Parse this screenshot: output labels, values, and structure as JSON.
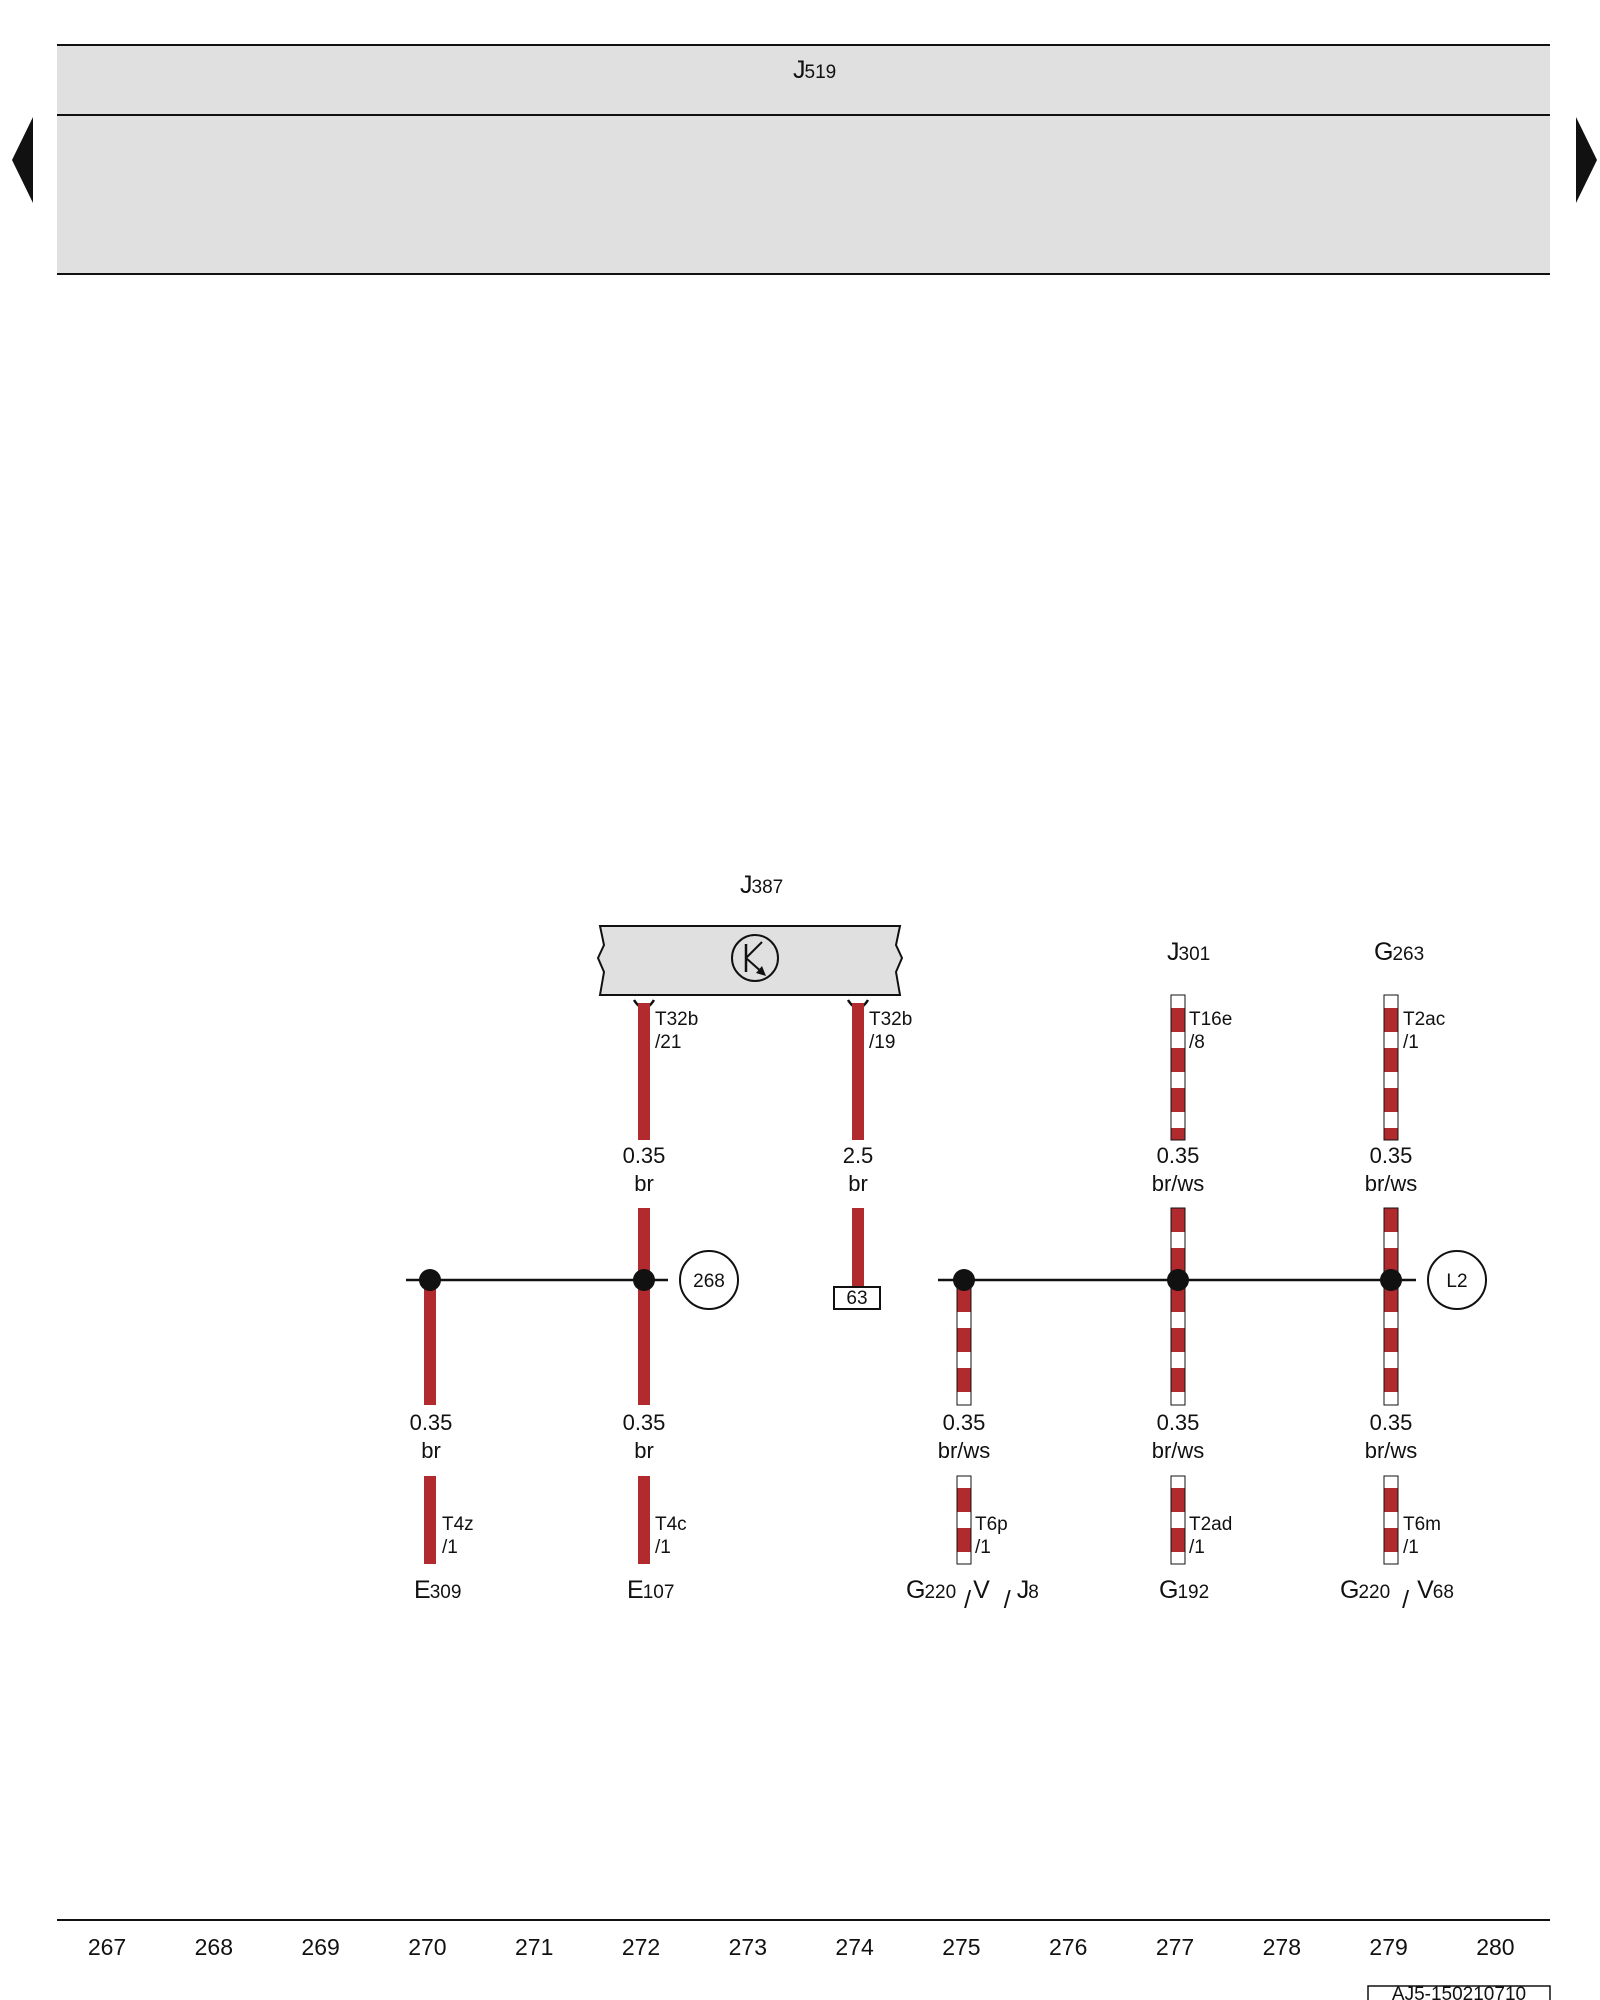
{
  "header": {
    "component_prefix": "J",
    "component_number": "519"
  },
  "nav": {
    "prev": "previous-page-arrow",
    "next": "next-page-arrow"
  },
  "control_unit": {
    "prefix": "J",
    "number": "387",
    "symbol": "transistor-icon"
  },
  "top_components": [
    {
      "prefix": "J",
      "number": "301"
    },
    {
      "prefix": "G",
      "number": "263"
    }
  ],
  "top_pins": [
    {
      "connector": "T32b",
      "pin": "/21"
    },
    {
      "connector": "T32b",
      "pin": "/19"
    },
    {
      "connector": "T16e",
      "pin": "/8"
    },
    {
      "connector": "T2ac",
      "pin": "/1"
    }
  ],
  "upper_wires": [
    {
      "size": "0.35",
      "color": "br"
    },
    {
      "size": "2.5",
      "color": "br"
    },
    {
      "size": "0.35",
      "color": "br/ws"
    },
    {
      "size": "0.35",
      "color": "br/ws"
    }
  ],
  "lower_wires": [
    {
      "size": "0.35",
      "color": "br"
    },
    {
      "size": "0.35",
      "color": "br"
    },
    {
      "size": "0.35",
      "color": "br/ws"
    },
    {
      "size": "0.35",
      "color": "br/ws"
    },
    {
      "size": "0.35",
      "color": "br/ws"
    }
  ],
  "bottom_pins": [
    {
      "connector": "T4z",
      "pin": "/1"
    },
    {
      "connector": "T4c",
      "pin": "/1"
    },
    {
      "connector": "T6p",
      "pin": "/1"
    },
    {
      "connector": "T2ad",
      "pin": "/1"
    },
    {
      "connector": "T6m",
      "pin": "/1"
    }
  ],
  "bottom_components": {
    "e309": {
      "prefix": "E",
      "number": "309"
    },
    "e107": {
      "prefix": "E",
      "number": "107"
    },
    "g220_a": {
      "prefix": "G",
      "number": "220"
    },
    "v": {
      "prefix": "V",
      "sep": "/"
    },
    "j8": {
      "prefix": "J",
      "number": "8",
      "sep": "/"
    },
    "g192": {
      "prefix": "G",
      "number": "192"
    },
    "g220_b": {
      "prefix": "G",
      "number": "220"
    },
    "v68": {
      "prefix": "V",
      "number": "68",
      "sep": "/"
    }
  },
  "references": {
    "circle_left": "268",
    "circle_right": "L2",
    "ground_box": "63"
  },
  "footer": {
    "columns": [
      "267",
      "268",
      "269",
      "270",
      "271",
      "272",
      "273",
      "274",
      "275",
      "276",
      "277",
      "278",
      "279",
      "280"
    ],
    "code": "AJ5-150210710"
  },
  "colors": {
    "wire_brown": "#b02a2e",
    "header_fill": "#e0e0e0",
    "line": "#111111"
  }
}
